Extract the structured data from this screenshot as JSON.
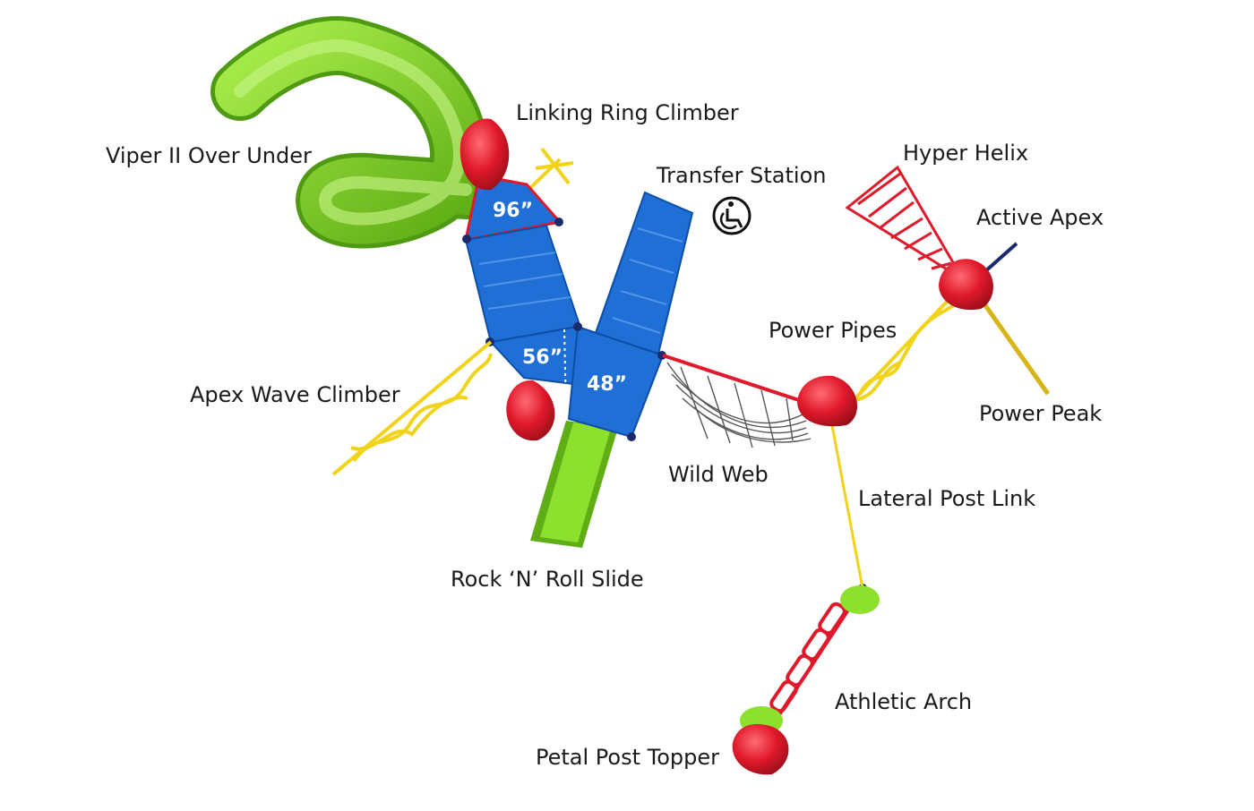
{
  "labels": {
    "viper": "Viper II Over Under",
    "linking_ring": "Linking Ring Climber",
    "transfer_station": "Transfer Station",
    "hyper_helix": "Hyper Helix",
    "active_apex": "Active Apex",
    "power_pipes": "Power Pipes",
    "power_peak": "Power Peak",
    "apex_wave": "Apex Wave Climber",
    "wild_web": "Wild Web",
    "lateral_post": "Lateral Post Link",
    "rock_roll": "Rock ‘N’ Roll Slide",
    "athletic_arch": "Athletic Arch",
    "petal_post": "Petal Post Topper"
  },
  "deck_heights": {
    "top": "96”",
    "left": "56”",
    "right": "48”"
  },
  "icons": {
    "accessibility": "wheelchair-accessibility-icon"
  },
  "colors": {
    "slide_green": "#7ed321",
    "deck_blue": "#1f6fd6",
    "post_red": "#e0192b",
    "climber_yellow": "#f2d31b",
    "label_text": "#1a1a1a"
  }
}
